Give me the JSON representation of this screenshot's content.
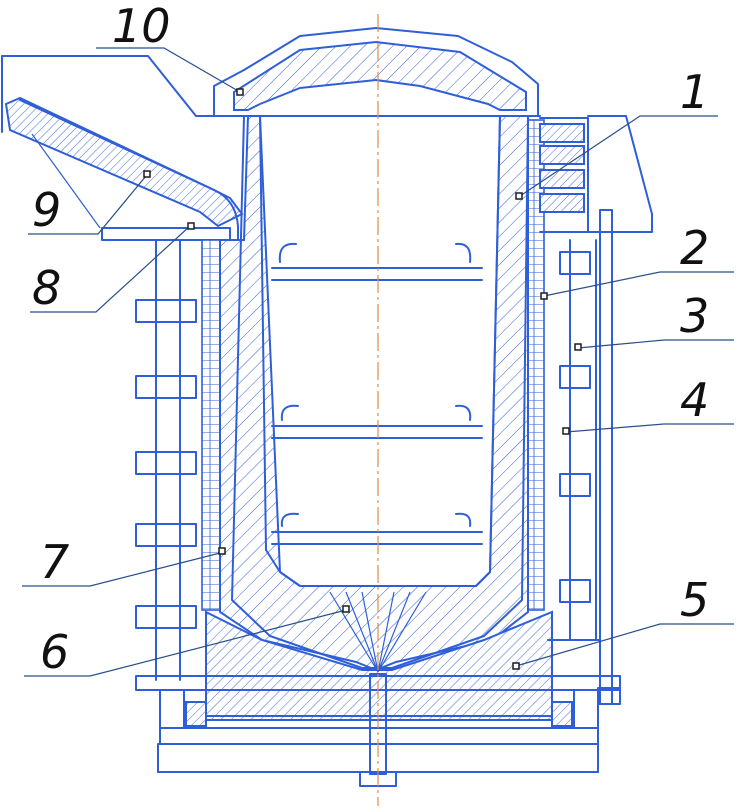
{
  "drawing": {
    "subject": "",
    "callouts": [
      {
        "id": "callout-10",
        "label": "10"
      },
      {
        "id": "callout-1",
        "label": "1"
      },
      {
        "id": "callout-9",
        "label": "9"
      },
      {
        "id": "callout-8",
        "label": "8"
      },
      {
        "id": "callout-2",
        "label": "2"
      },
      {
        "id": "callout-3",
        "label": "3"
      },
      {
        "id": "callout-4",
        "label": "4"
      },
      {
        "id": "callout-7",
        "label": "7"
      },
      {
        "id": "callout-5",
        "label": "5"
      },
      {
        "id": "callout-6",
        "label": "6"
      }
    ]
  },
  "colors": {
    "line": "#2f5fd8",
    "centerline": "#e38b4a",
    "label": "#111111",
    "background": "#ffffff"
  }
}
